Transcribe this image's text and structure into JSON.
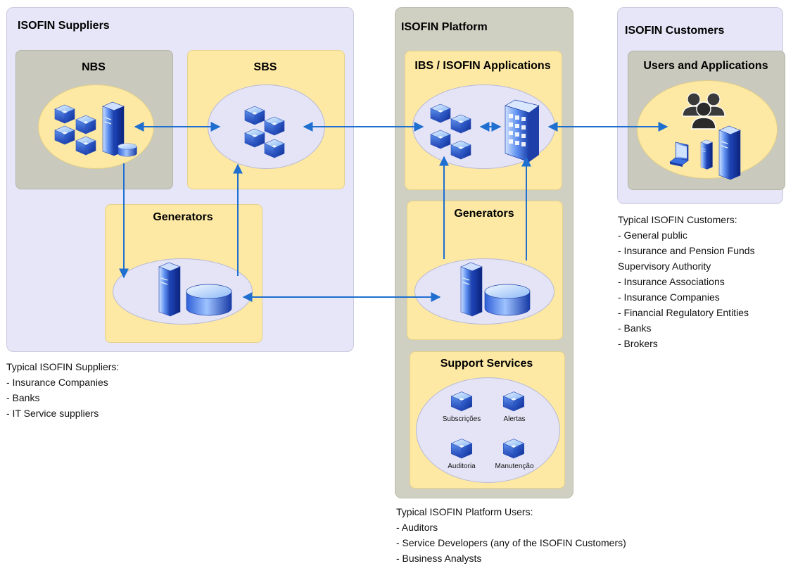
{
  "suppliers": {
    "title": "ISOFIN Suppliers",
    "nbs": {
      "title": "NBS"
    },
    "sbs": {
      "title": "SBS"
    },
    "generators": {
      "title": "Generators"
    },
    "note": {
      "heading": "Typical ISOFIN Suppliers:",
      "items": [
        "- Insurance Companies",
        "- Banks",
        "- IT Service suppliers"
      ]
    }
  },
  "platform": {
    "title": "ISOFIN Platform",
    "ibs": {
      "title": "IBS / ISOFIN Applications"
    },
    "generators": {
      "title": "Generators"
    },
    "support": {
      "title": "Support Services",
      "services": [
        "Subscrições",
        "Alertas",
        "Auditoria",
        "Manutenção"
      ]
    },
    "note": {
      "heading": "Typical ISOFIN Platform Users:",
      "items": [
        "- Auditors",
        "- Service Developers (any of the ISOFIN Customers)",
        "- Business Analysts"
      ]
    }
  },
  "customers": {
    "title": "ISOFIN Customers",
    "users": {
      "title": "Users and Applications"
    },
    "note": {
      "heading": "Typical ISOFIN Customers:",
      "items": [
        "- General public",
        "- Insurance and Pension Funds",
        "Supervisory Authority",
        "- Insurance Associations",
        "- Insurance Companies",
        "- Financial Regulatory Entities",
        "- Banks",
        "- Brokers"
      ]
    }
  },
  "colors": {
    "arrow": "#1f6fd0",
    "lavender": "#e6e6f8",
    "gray": "#cfcfc2",
    "yellow": "#fde9a4"
  },
  "icons": [
    "cube-cluster-icon",
    "server-icon",
    "database-icon",
    "application-grid-icon",
    "users-icon",
    "laptop-icon",
    "service-cube-icon"
  ]
}
